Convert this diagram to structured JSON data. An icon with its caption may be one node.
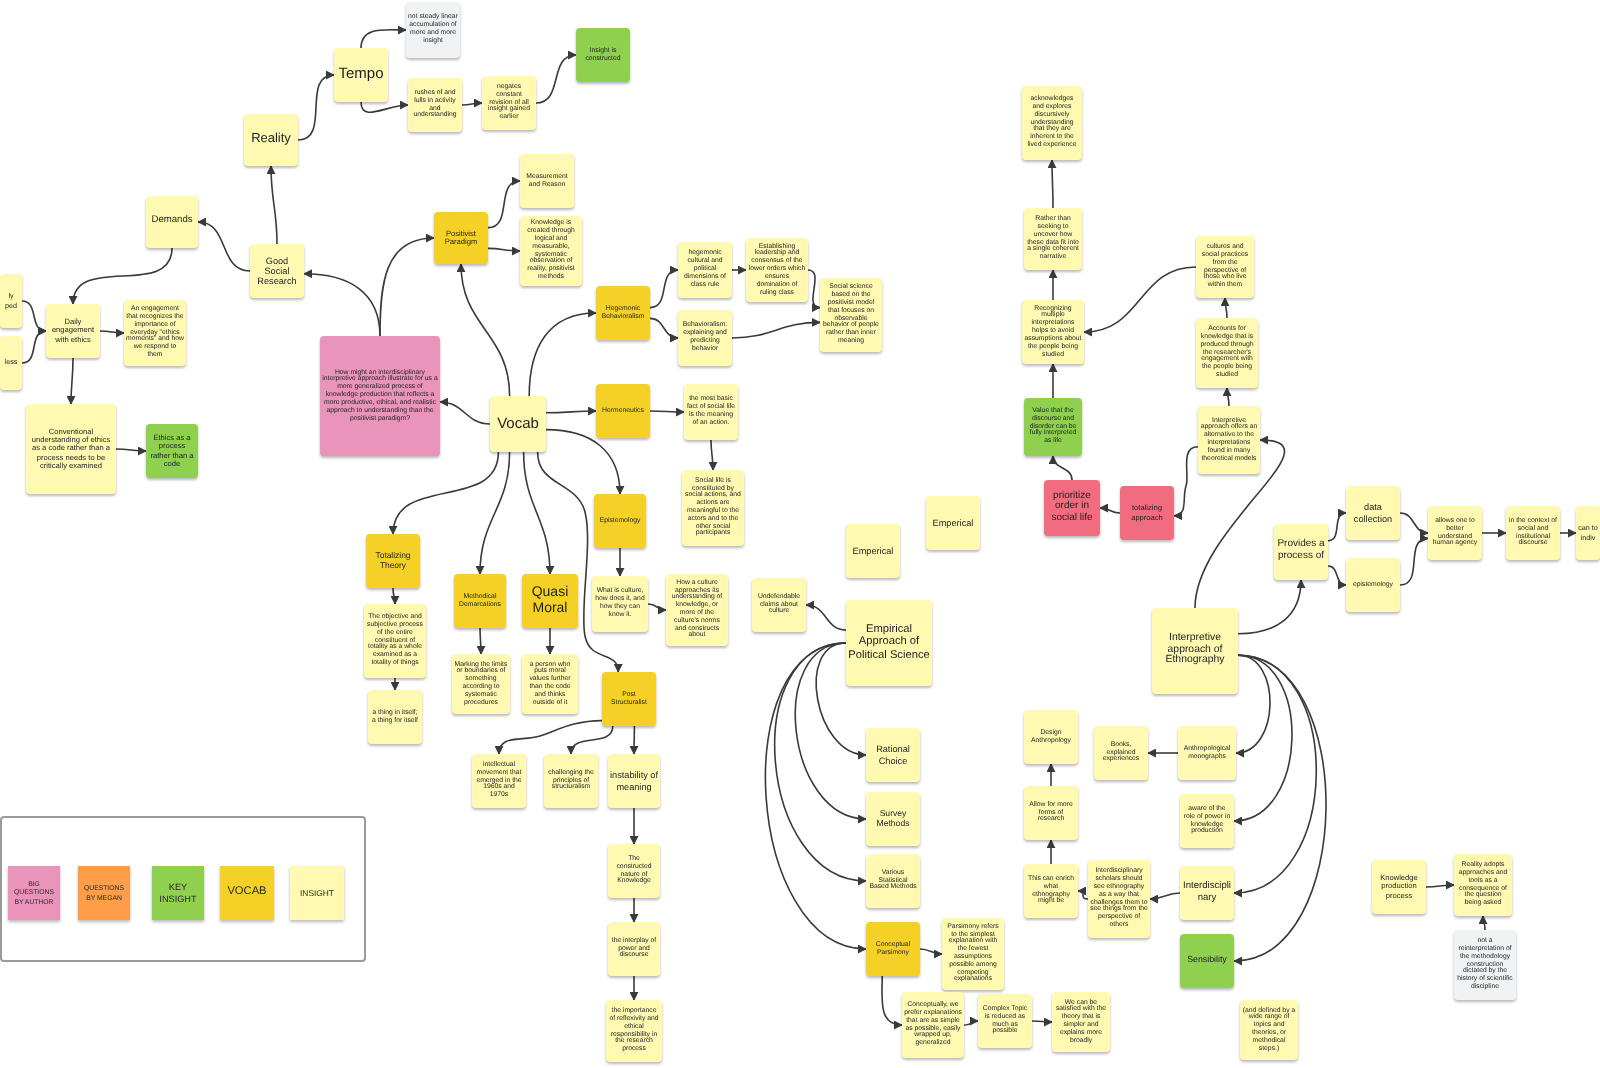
{
  "diagram": {
    "nodes": [
      {
        "text": [
          "not steady linear accumulation of more and more insight"
        ]
      },
      {
        "text": [
          "Tempo"
        ]
      },
      {
        "text": [
          "rushes of and lulls in activity and understanding"
        ]
      },
      {
        "text": [
          "negates constant revision of all insight gained earlier"
        ]
      },
      {
        "text": [
          "Insight is constructed"
        ]
      },
      {
        "text": [
          "acknowledges and explores discursively understanding that they are inherent to the lived experience"
        ]
      },
      {
        "text": [
          "Reality"
        ]
      },
      {
        "text": [
          "Measurement and Reason"
        ]
      },
      {
        "text": [
          "Demands"
        ]
      },
      {
        "text": [
          "Positivist Paradigm"
        ]
      },
      {
        "text": [
          "Rather than seeking to uncover how these data fit into a single coherent narrative"
        ]
      },
      {
        "text": [
          "Knowledge is created through logical and measurable, systematic observation of reality, positivist methods"
        ]
      },
      {
        "text": [
          "hegemonic cultural and political dimensions of class rule"
        ]
      },
      {
        "text": [
          "Establishing leadership and consensus of the lower orders which ensures domination of ruling class"
        ]
      },
      {
        "text": [
          "cultures and social practices from the perspective of those who live within them"
        ]
      },
      {
        "text": [
          "Good Social Research"
        ]
      },
      {
        "text": [
          "ly ped"
        ]
      },
      {
        "text": [
          "Daily engagement with ethics"
        ]
      },
      {
        "text": [
          "An engagement that recognizes the importance of everyday \"ethics moments\" and how we respond to them"
        ]
      },
      {
        "text": [
          "Hegemonic Behavioralism"
        ]
      },
      {
        "text": [
          "Social science based on the positivist model that focuses on observable behavior of people rather than inner meaning"
        ]
      },
      {
        "text": [
          "Behavioralism: explaining and predicting behavior"
        ]
      },
      {
        "text": [
          "Recognizing multiple interpretations helps to avoid assumptions about the people being studied"
        ]
      },
      {
        "text": [
          "Accounts for knowledge that is produced through the researcher's engagement with the people being studied"
        ]
      },
      {
        "text": [
          "How might an interdisciplinary interpretive approach illustrate for us a more generalized process of knowledge production that reflects a more productive, ethical, and realistic approach to understanding than the positivist paradigm?"
        ]
      },
      {
        "text": [
          "less"
        ]
      },
      {
        "text": [
          "Hermeneutics"
        ]
      },
      {
        "text": [
          "the most basic fact of social life is the meaning of an action."
        ]
      },
      {
        "text": [
          "Vocab"
        ]
      },
      {
        "text": [
          "Value that the discourse and disorder can be fully interpreted as life"
        ]
      },
      {
        "text": [
          "Conventional understanding of ethics as a code rather than a process needs to be critically examined"
        ]
      },
      {
        "text": [
          "Interpretive approach offers an alternative to the interpretations found in many theoretical models"
        ]
      },
      {
        "text": [
          "Ethics as a process rather than a code"
        ]
      },
      {
        "text": [
          "Social life is constituted by social actions, and actions are meaningful to the actors and to the other social participants"
        ]
      },
      {
        "text": [
          "prioritize order in social life"
        ]
      },
      {
        "text": [
          "totalizing approach"
        ]
      },
      {
        "text": [
          "data collection"
        ]
      },
      {
        "text": [
          "Emperical"
        ]
      },
      {
        "text": [
          "Epistemology"
        ]
      },
      {
        "text": [
          "allows one to better understand human agency"
        ]
      },
      {
        "text": [
          "in the context of social and institutional discourse"
        ]
      },
      {
        "text": [
          "can to indiv"
        ]
      },
      {
        "text": [
          "Emperical"
        ]
      },
      {
        "text": [
          "Provides a process of"
        ]
      },
      {
        "text": [
          "Totalizing Theory"
        ]
      },
      {
        "text": [
          "epistemology"
        ]
      },
      {
        "text": [
          "Methodical Demarcations"
        ]
      },
      {
        "text": [
          "Quasi Moral"
        ]
      },
      {
        "text": [
          "What is culture, how does it, and how they can know it."
        ]
      },
      {
        "text": [
          "How a culture approaches its understanding of knowledge, or more of the culture's norms and constructs about"
        ]
      },
      {
        "text": [
          "Undefendable claims about culture"
        ]
      },
      {
        "text": [
          "Empirical Approach of Political Science"
        ]
      },
      {
        "text": [
          "Interpretive approach of Ethnography"
        ]
      },
      {
        "text": [
          "The objective and subjective process of the entire constituent of totality as a whole examined as a totality of things"
        ]
      },
      {
        "text": [
          "Marking the limits or boundaries of something according to systematic procedures"
        ]
      },
      {
        "text": [
          "a person who puts moral values further than the code and thinks outside of it"
        ]
      },
      {
        "text": [
          "Post Structuralist"
        ]
      },
      {
        "text": [
          "a thing in itself; a thing for itself"
        ]
      },
      {
        "text": [
          "Design Anthropology"
        ]
      },
      {
        "text": [
          "Rational Choice"
        ]
      },
      {
        "text": [
          "Books, explained experiences"
        ]
      },
      {
        "text": [
          "Anthropological monographs"
        ]
      },
      {
        "text": [
          "intellectual movement that emerged in the 1960s and 1970s"
        ]
      },
      {
        "text": [
          "challenging the principles of structuralism"
        ]
      },
      {
        "text": [
          "instability of meaning"
        ]
      },
      {
        "text": [
          "Allow for more forms of research"
        ]
      },
      {
        "text": [
          "Survey Methods"
        ]
      },
      {
        "text": [
          "aware of the role of power in knowledge production"
        ]
      },
      {
        "text": [
          "The constructed nature of Knowledge"
        ]
      },
      {
        "text": [
          "Various Statistical Based Methods"
        ]
      },
      {
        "text": [
          "Knowledge production process"
        ]
      },
      {
        "text": [
          "Reality adopts approaches and tools as a consequence of the question being asked"
        ]
      },
      {
        "text": [
          "This can enrich what ethnography might be"
        ]
      },
      {
        "text": [
          "Interdisciplinary scholars should see ethnography as a way that challenges them to see things from the perspective of others"
        ]
      },
      {
        "text": [
          "Interdisciplinary"
        ]
      },
      {
        "text": [
          "the interplay of power and discourse"
        ]
      },
      {
        "text": [
          "Conceptual Parsimony"
        ]
      },
      {
        "text": [
          "Parsimony refers to the simplest explanation with the fewest assumptions possible among competing explanations"
        ]
      },
      {
        "text": [
          "Sensibility"
        ]
      },
      {
        "text": [
          "not a reinterpretation of the methodology construction dictated by the history of scientific discipline"
        ]
      },
      {
        "text": [
          "Conceptually, we prefer explanations that are as simple as possible, easily wrapped up, generalized"
        ]
      },
      {
        "text": [
          "Complex Topic is reduced as much as possible"
        ]
      },
      {
        "text": [
          "We can be satisfied with the theory that is simpler and explains more broadly"
        ]
      },
      {
        "text": [
          "(and defined by a wide range of topics and theories, or methodical steps.)"
        ]
      },
      {
        "text": [
          "the importance of reflexivity and ethical responsibility in the research process"
        ]
      }
    ],
    "edges": [
      {
        "from": 1,
        "to": 0,
        "arrow": "to"
      },
      {
        "from": 1,
        "to": 2,
        "arrow": "to"
      },
      {
        "from": 2,
        "to": 3,
        "arrow": "to"
      },
      {
        "from": 3,
        "to": 4,
        "arrow": "to"
      },
      {
        "from": 6,
        "to": 1,
        "arrow": "to"
      },
      {
        "from": 15,
        "to": 6,
        "arrow": "to"
      },
      {
        "from": 15,
        "to": 8,
        "arrow": "to"
      },
      {
        "from": 8,
        "to": 17,
        "arrow": "to"
      },
      {
        "from": 16,
        "to": 17,
        "arrow": "to"
      },
      {
        "from": 25,
        "to": 17,
        "arrow": "to"
      },
      {
        "from": 17,
        "to": 18,
        "arrow": "to"
      },
      {
        "from": 17,
        "to": 30,
        "arrow": "to"
      },
      {
        "from": 30,
        "to": 32,
        "arrow": "to"
      },
      {
        "from": 24,
        "to": 15,
        "arrow": "to"
      },
      {
        "from": 24,
        "to": 9,
        "arrow": "to"
      },
      {
        "from": 28,
        "to": 24,
        "arrow": "to"
      },
      {
        "from": 28,
        "to": 9,
        "arrow": "to"
      },
      {
        "from": 9,
        "to": 7,
        "arrow": "to"
      },
      {
        "from": 9,
        "to": 11,
        "arrow": "to"
      },
      {
        "from": 28,
        "to": 19,
        "arrow": "to"
      },
      {
        "from": 19,
        "to": 12,
        "arrow": "to"
      },
      {
        "from": 19,
        "to": 21,
        "arrow": "to"
      },
      {
        "from": 12,
        "to": 13,
        "arrow": "to"
      },
      {
        "from": 13,
        "to": 20,
        "arrow": "to"
      },
      {
        "from": 21,
        "to": 20,
        "arrow": "to"
      },
      {
        "from": 28,
        "to": 26,
        "arrow": "to"
      },
      {
        "from": 26,
        "to": 27,
        "arrow": "to"
      },
      {
        "from": 27,
        "to": 33,
        "arrow": "to"
      },
      {
        "from": 28,
        "to": 38,
        "arrow": "to"
      },
      {
        "from": 38,
        "to": 48,
        "arrow": "to"
      },
      {
        "from": 48,
        "to": 49,
        "arrow": "to"
      },
      {
        "from": 28,
        "to": 56,
        "arrow": "to"
      },
      {
        "from": 56,
        "to": 62,
        "arrow": "to"
      },
      {
        "from": 56,
        "to": 63,
        "arrow": "to"
      },
      {
        "from": 56,
        "to": 64,
        "arrow": "to"
      },
      {
        "from": 64,
        "to": 68,
        "arrow": "to"
      },
      {
        "from": 68,
        "to": 75,
        "arrow": "to"
      },
      {
        "from": 75,
        "to": 84,
        "arrow": "to"
      },
      {
        "from": 28,
        "to": 44,
        "arrow": "to"
      },
      {
        "from": 44,
        "to": 53,
        "arrow": "to"
      },
      {
        "from": 53,
        "to": 57,
        "arrow": "to"
      },
      {
        "from": 28,
        "to": 46,
        "arrow": "to"
      },
      {
        "from": 46,
        "to": 54,
        "arrow": "to"
      },
      {
        "from": 28,
        "to": 47,
        "arrow": "to"
      },
      {
        "from": 47,
        "to": 55,
        "arrow": "to"
      },
      {
        "from": 51,
        "to": 50,
        "arrow": "to"
      },
      {
        "from": 51,
        "to": 59,
        "arrow": "to"
      },
      {
        "from": 51,
        "to": 66,
        "arrow": "to"
      },
      {
        "from": 51,
        "to": 69,
        "arrow": "to"
      },
      {
        "from": 51,
        "to": 76,
        "arrow": "to"
      },
      {
        "from": 76,
        "to": 77,
        "arrow": "to"
      },
      {
        "from": 76,
        "to": 80,
        "arrow": "to"
      },
      {
        "from": 80,
        "to": 81,
        "arrow": "to"
      },
      {
        "from": 81,
        "to": 82,
        "arrow": "to"
      },
      {
        "from": 52,
        "to": 61,
        "arrow": "to"
      },
      {
        "from": 52,
        "to": 67,
        "arrow": "to"
      },
      {
        "from": 52,
        "to": 74,
        "arrow": "to"
      },
      {
        "from": 52,
        "to": 78,
        "arrow": "to"
      },
      {
        "from": 52,
        "to": 43,
        "arrow": "to"
      },
      {
        "from": 52,
        "to": 31,
        "arrow": "to"
      },
      {
        "from": 61,
        "to": 60,
        "arrow": "to"
      },
      {
        "from": 74,
        "to": 73,
        "arrow": "to"
      },
      {
        "from": 73,
        "to": 72,
        "arrow": "to"
      },
      {
        "from": 72,
        "to": 65,
        "arrow": "to"
      },
      {
        "from": 65,
        "to": 58,
        "arrow": "to"
      },
      {
        "from": 43,
        "to": 36,
        "arrow": "to"
      },
      {
        "from": 43,
        "to": 45,
        "arrow": "to"
      },
      {
        "from": 36,
        "to": 39,
        "arrow": "to"
      },
      {
        "from": 45,
        "to": 39,
        "arrow": "to"
      },
      {
        "from": 39,
        "to": 40,
        "arrow": "to"
      },
      {
        "from": 40,
        "to": 41,
        "arrow": "to"
      },
      {
        "from": 31,
        "to": 35,
        "arrow": "to"
      },
      {
        "from": 31,
        "to": 23,
        "arrow": "to"
      },
      {
        "from": 23,
        "to": 14,
        "arrow": "to"
      },
      {
        "from": 14,
        "to": 22,
        "arrow": "to"
      },
      {
        "from": 35,
        "to": 34,
        "arrow": "to"
      },
      {
        "from": 34,
        "to": 29,
        "arrow": "to"
      },
      {
        "from": 29,
        "to": 22,
        "arrow": "to"
      },
      {
        "from": 22,
        "to": 10,
        "arrow": "to"
      },
      {
        "from": 10,
        "to": 5,
        "arrow": "to"
      },
      {
        "from": 70,
        "to": 71,
        "arrow": "to"
      },
      {
        "from": 79,
        "to": 71,
        "arrow": "to"
      }
    ],
    "legend": [
      {
        "text": "BIG QUESTIONS BY AUTHOR",
        "color": "#ea94bb"
      },
      {
        "text": "QUESTIONS BY MEGAN",
        "color": "#ff9d48"
      },
      {
        "text": "KEY INSIGHT",
        "color": "#8fd14f"
      },
      {
        "text": "VOCAB",
        "color": "#f5d128"
      },
      {
        "text": "INSIGHT",
        "color": "#fff9b1"
      }
    ]
  }
}
